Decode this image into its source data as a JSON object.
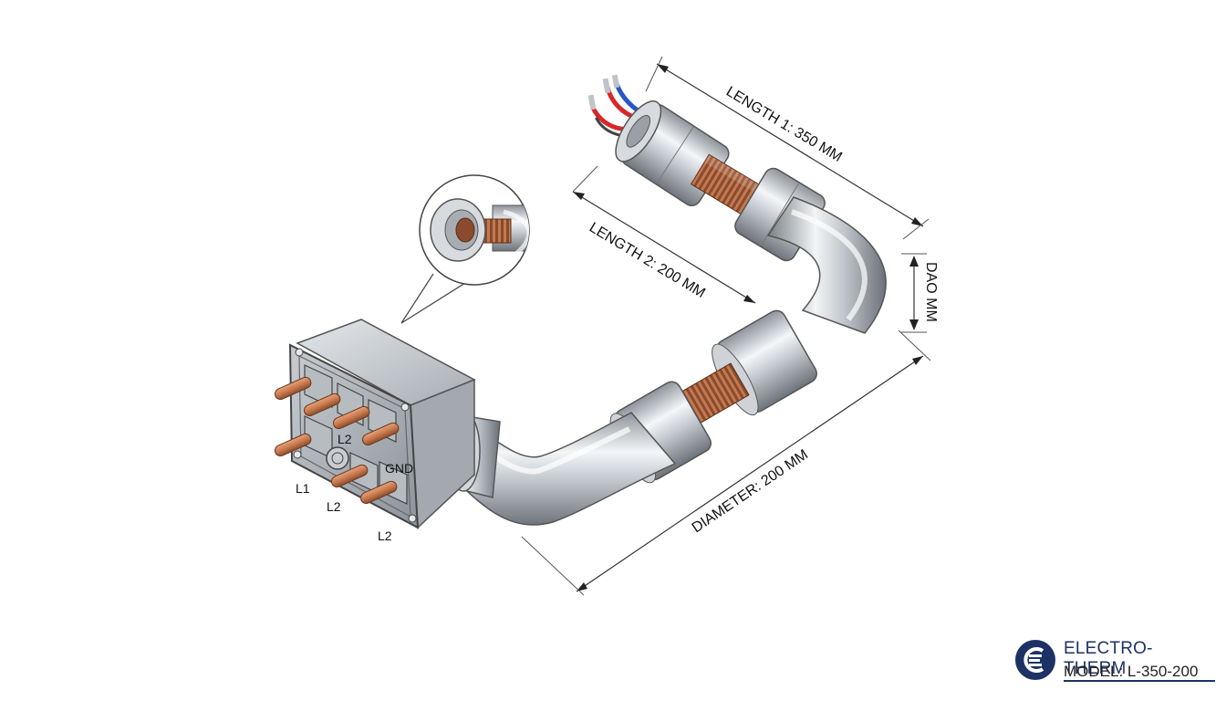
{
  "dimensions": {
    "length1": "LENGTH 1: 350 MM",
    "length2": "LENGTH 2: 200 MM",
    "diameter": "DIAMETER: 200 MM",
    "vertical": "DAO MM"
  },
  "terminals": {
    "l1": "L1",
    "l2a": "L2",
    "l2b": "L2",
    "l2c": "L2",
    "gnd": "GND"
  },
  "brand": {
    "name": "ELECTRO-THERM",
    "model": "MODEL: L-350-200"
  },
  "colors": {
    "steel": "#b9bec4",
    "copper": "#c87a4e",
    "coil": "#8a4a2e",
    "brand_navy": "#1d3264",
    "wire_red": "#d9262b",
    "wire_blue": "#2a55c8"
  }
}
